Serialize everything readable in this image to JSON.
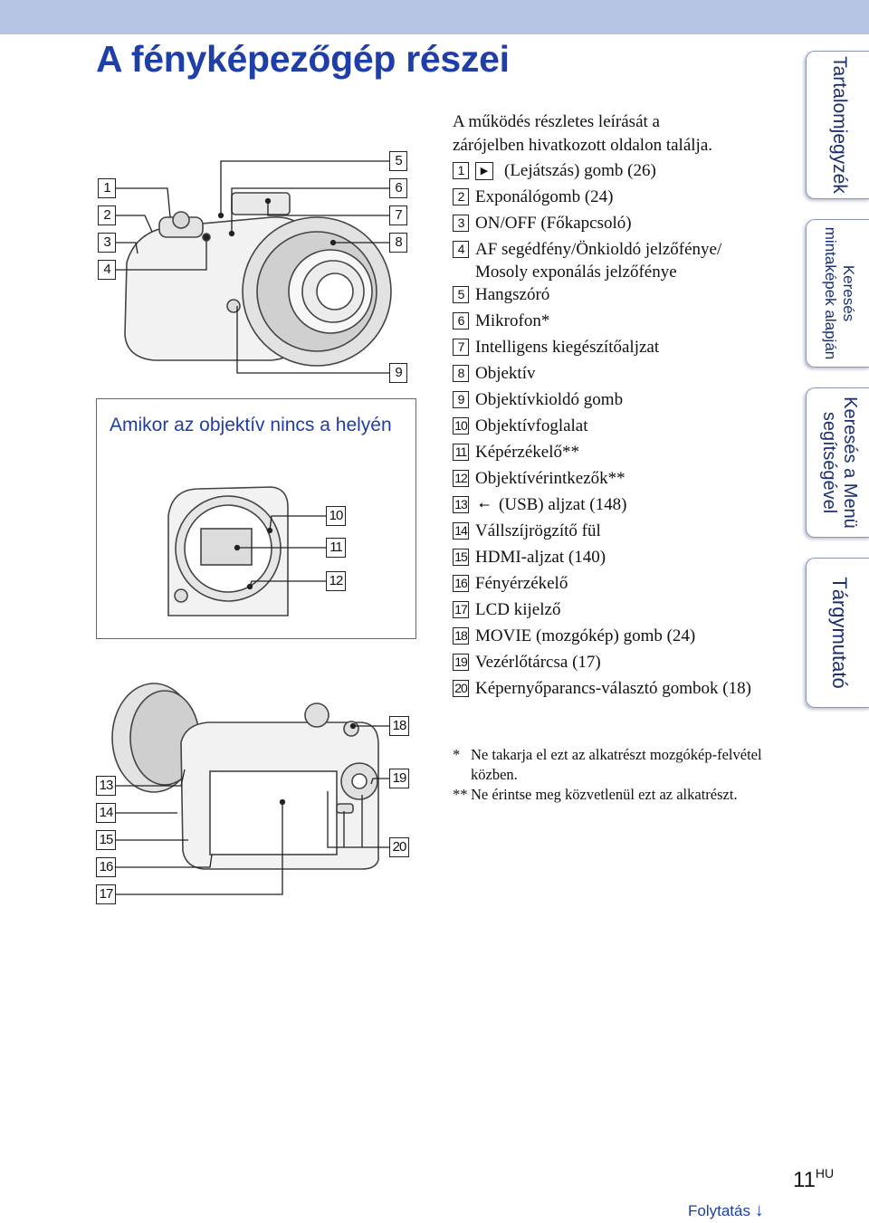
{
  "page": {
    "title": "A fényképezőgép részei",
    "intro": [
      "A működés részletes leírását a",
      "zárójelben hivatkozott oldalon találja."
    ],
    "page_number": "11",
    "page_locale": "HU",
    "continue_label": "Folytatás",
    "continue_arrow": "↓"
  },
  "parts": [
    {
      "num": "1",
      "text": "(Lejátszás) gomb (26)",
      "icon": "playback-icon",
      "glyph": "▶"
    },
    {
      "num": "2",
      "text": "Exponálógomb (24)"
    },
    {
      "num": "3",
      "text": "ON/OFF (Főkapcsoló)"
    },
    {
      "num": "4",
      "text": "AF segédfény/Önkioldó jelzőfénye/ Mosoly exponálás jelzőfénye"
    },
    {
      "num": "5",
      "text": "Hangszóró"
    },
    {
      "num": "6",
      "text": "Mikrofon*"
    },
    {
      "num": "7",
      "text": "Intelligens kiegészítőaljzat"
    },
    {
      "num": "8",
      "text": "Objektív"
    },
    {
      "num": "9",
      "text": "Objektívkioldó gomb"
    },
    {
      "num": "10",
      "text": "Objektívfoglalat"
    },
    {
      "num": "11",
      "text": "Képérzékelő**"
    },
    {
      "num": "12",
      "text": "Objektívérintkezők**"
    },
    {
      "num": "13",
      "text": "(USB) aljzat (148)",
      "icon": "usb-icon",
      "glyph": "⭠"
    },
    {
      "num": "14",
      "text": "Vállszíjrögzítő fül"
    },
    {
      "num": "15",
      "text": "HDMI-aljzat (140)"
    },
    {
      "num": "16",
      "text": "Fényérzékelő"
    },
    {
      "num": "17",
      "text": "LCD kijelző"
    },
    {
      "num": "18",
      "text": "MOVIE (mozgókép) gomb (24)"
    },
    {
      "num": "19",
      "text": "Vezérlőtárcsa (17)"
    },
    {
      "num": "20",
      "text": "Képernyőparancs-választó gombok (18)"
    }
  ],
  "notes": [
    {
      "mark": "*",
      "text": "Ne takarja el ezt az alkatrészt mozgókép-felvétel közben."
    },
    {
      "mark": "**",
      "text": "Ne érintse meg közvetlenül ezt az alkatrészt."
    }
  ],
  "panel": {
    "label": "Amikor az objektív nincs a helyén"
  },
  "callouts": {
    "c1": "1",
    "c2": "2",
    "c3": "3",
    "c4": "4",
    "c5": "5",
    "c6": "6",
    "c7": "7",
    "c8": "8",
    "c9": "9",
    "c10": "10",
    "c11": "11",
    "c12": "12",
    "c13": "13",
    "c14": "14",
    "c15": "15",
    "c16": "16",
    "c17": "17",
    "c18": "18",
    "c19": "19",
    "c20": "20"
  },
  "tabs": [
    {
      "label": "Tartalomjegyzék"
    },
    {
      "label": "Keresés mintaképek alapján"
    },
    {
      "label": "Keresés a Menü segítségével"
    },
    {
      "label": "Tárgymutató"
    }
  ],
  "colors": {
    "accent": "#1f3ea6",
    "topbar": "#b7c3e3",
    "tab_border": "#8a96b6"
  }
}
